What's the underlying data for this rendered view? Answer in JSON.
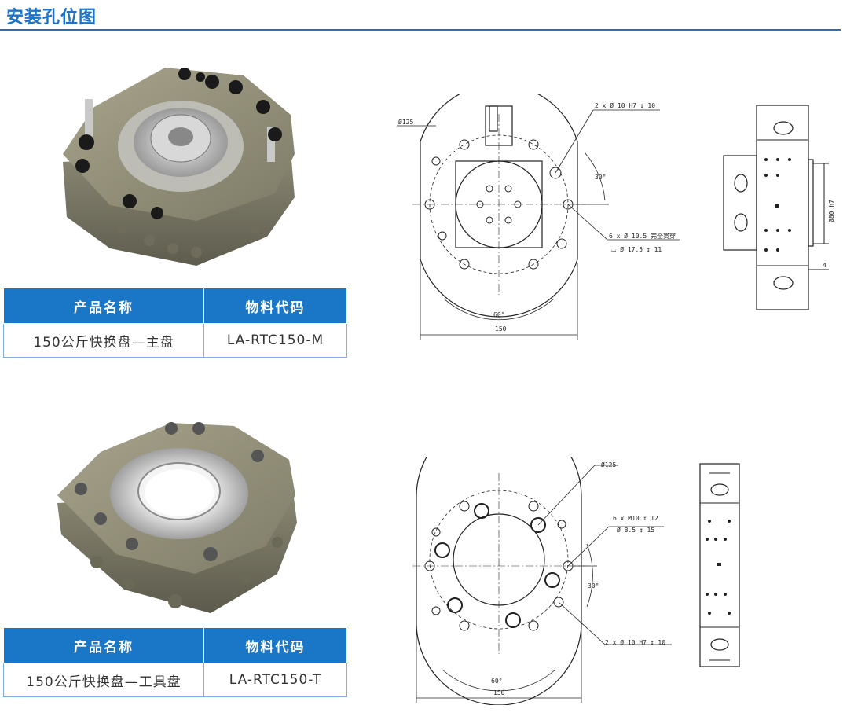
{
  "page": {
    "title": "安装孔位图"
  },
  "products": [
    {
      "table": {
        "header_name": "产品名称",
        "header_code": "物料代码",
        "name": "150公斤快换盘—主盘",
        "code": "LA-RTC150-M"
      },
      "drawing": {
        "dim_d125": "Ø125",
        "dim_holes_h7": "2 x Ø 10 H7 ↧ 10",
        "dim_angle_30": "30°",
        "dim_thru_1": "6 x Ø 10.5 完全贯穿",
        "dim_thru_2": "⌴ Ø 17.5 ↧ 11",
        "dim_angle_60": "60°",
        "dim_150": "150",
        "dim_d80": "Ø80 h7",
        "dim_4": "4"
      }
    },
    {
      "table": {
        "header_name": "产品名称",
        "header_code": "物料代码",
        "name": "150公斤快换盘—工具盘",
        "code": "LA-RTC150-T"
      },
      "drawing": {
        "dim_d125": "Ø125",
        "dim_m10_1": "6 x M10 ↧ 12",
        "dim_m10_2": "Ø 8.5 ↧ 15",
        "dim_angle_30": "30°",
        "dim_holes_h7": "2 x Ø 10 H7 ↧ 10",
        "dim_angle_60": "60°",
        "dim_150": "150"
      }
    }
  ]
}
